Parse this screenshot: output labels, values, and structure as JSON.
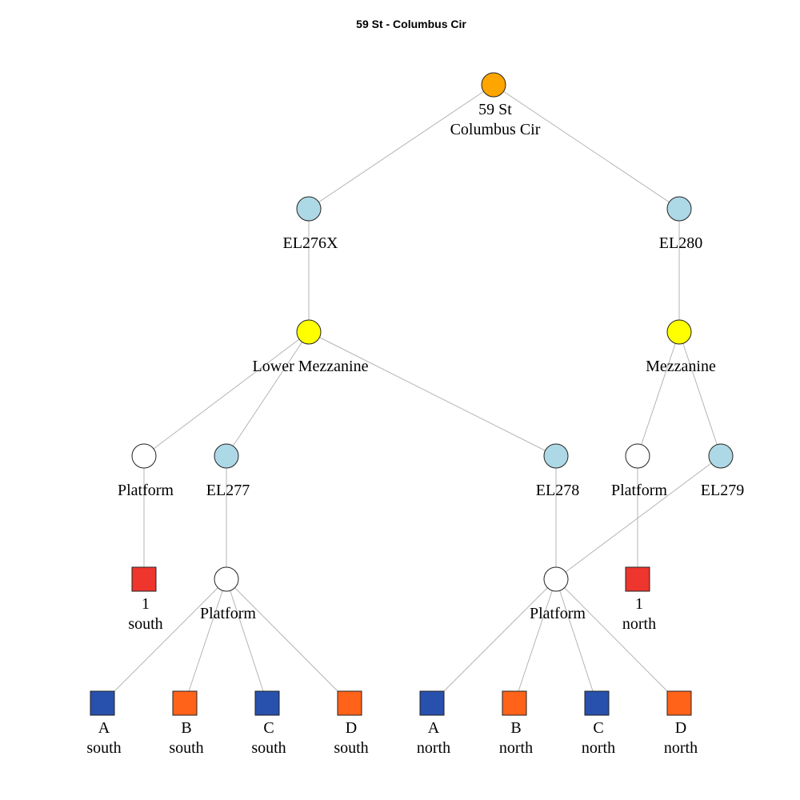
{
  "title": "59 St - Columbus Cir",
  "colors": {
    "station": "#FFA500",
    "elevator": "#ADD8E6",
    "mezzanine": "#FFFF00",
    "platform": "#FFFFFF",
    "route_1": "#EE352E",
    "route_AC": "#2850AD",
    "route_BD": "#FF6319",
    "edge": "#B5B5B5"
  },
  "nodes": [
    {
      "id": "station",
      "kind": "circle",
      "color": "#FFA500",
      "label": [
        "59 St",
        "Columbus Cir"
      ]
    },
    {
      "id": "el276x",
      "kind": "circle",
      "color": "#ADD8E6",
      "label": [
        "EL276X"
      ]
    },
    {
      "id": "el280",
      "kind": "circle",
      "color": "#ADD8E6",
      "label": [
        "EL280"
      ]
    },
    {
      "id": "lower-mezz",
      "kind": "circle",
      "color": "#FFFF00",
      "label": [
        "Lower Mezzanine"
      ]
    },
    {
      "id": "mezz",
      "kind": "circle",
      "color": "#FFFF00",
      "label": [
        "Mezzanine"
      ]
    },
    {
      "id": "platform-1s",
      "kind": "circle",
      "color": "#FFFFFF",
      "label": [
        "Platform"
      ]
    },
    {
      "id": "el277",
      "kind": "circle",
      "color": "#ADD8E6",
      "label": [
        "EL277"
      ]
    },
    {
      "id": "el278",
      "kind": "circle",
      "color": "#ADD8E6",
      "label": [
        "EL278"
      ]
    },
    {
      "id": "platform-1n",
      "kind": "circle",
      "color": "#FFFFFF",
      "label": [
        "Platform"
      ]
    },
    {
      "id": "el279",
      "kind": "circle",
      "color": "#ADD8E6",
      "label": [
        "EL279"
      ]
    },
    {
      "id": "route-1-south",
      "kind": "square",
      "color": "#EE352E",
      "label": [
        "1",
        "south"
      ]
    },
    {
      "id": "platform-s",
      "kind": "circle",
      "color": "#FFFFFF",
      "label": [
        "Platform"
      ]
    },
    {
      "id": "platform-n",
      "kind": "circle",
      "color": "#FFFFFF",
      "label": [
        "Platform"
      ]
    },
    {
      "id": "route-1-north",
      "kind": "square",
      "color": "#EE352E",
      "label": [
        "1",
        "north"
      ]
    },
    {
      "id": "route-a-south",
      "kind": "square",
      "color": "#2850AD",
      "label": [
        "A",
        "south"
      ]
    },
    {
      "id": "route-b-south",
      "kind": "square",
      "color": "#FF6319",
      "label": [
        "B",
        "south"
      ]
    },
    {
      "id": "route-c-south",
      "kind": "square",
      "color": "#2850AD",
      "label": [
        "C",
        "south"
      ]
    },
    {
      "id": "route-d-south",
      "kind": "square",
      "color": "#FF6319",
      "label": [
        "D",
        "south"
      ]
    },
    {
      "id": "route-a-north",
      "kind": "square",
      "color": "#2850AD",
      "label": [
        "A",
        "north"
      ]
    },
    {
      "id": "route-b-north",
      "kind": "square",
      "color": "#FF6319",
      "label": [
        "B",
        "north"
      ]
    },
    {
      "id": "route-c-north",
      "kind": "square",
      "color": "#2850AD",
      "label": [
        "C",
        "north"
      ]
    },
    {
      "id": "route-d-north",
      "kind": "square",
      "color": "#FF6319",
      "label": [
        "D",
        "north"
      ]
    }
  ],
  "edges": [
    [
      "station",
      "el276x"
    ],
    [
      "station",
      "el280"
    ],
    [
      "el276x",
      "lower-mezz"
    ],
    [
      "el280",
      "mezz"
    ],
    [
      "lower-mezz",
      "platform-1s"
    ],
    [
      "lower-mezz",
      "el277"
    ],
    [
      "lower-mezz",
      "el278"
    ],
    [
      "mezz",
      "platform-1n"
    ],
    [
      "mezz",
      "el279"
    ],
    [
      "platform-1s",
      "route-1-south"
    ],
    [
      "el277",
      "platform-s"
    ],
    [
      "el278",
      "platform-n"
    ],
    [
      "el279",
      "platform-n"
    ],
    [
      "platform-1n",
      "route-1-north"
    ],
    [
      "platform-s",
      "route-a-south"
    ],
    [
      "platform-s",
      "route-b-south"
    ],
    [
      "platform-s",
      "route-c-south"
    ],
    [
      "platform-s",
      "route-d-south"
    ],
    [
      "platform-n",
      "route-a-north"
    ],
    [
      "platform-n",
      "route-b-north"
    ],
    [
      "platform-n",
      "route-c-north"
    ],
    [
      "platform-n",
      "route-d-north"
    ]
  ]
}
